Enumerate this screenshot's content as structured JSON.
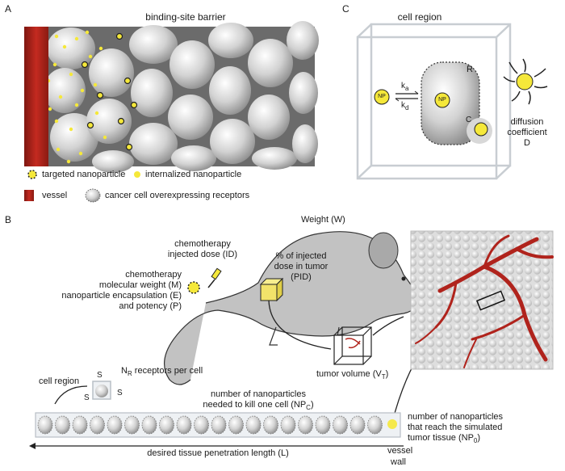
{
  "panels": {
    "a": {
      "letter": "A",
      "title": "binding-site barrier"
    },
    "b": {
      "letter": "B"
    },
    "c": {
      "letter": "C",
      "title": "cell region"
    }
  },
  "legend_a": {
    "targeted_np": "targeted nanoparticle",
    "internalized_np": "internalized nanoparticle",
    "vessel": "vessel",
    "cancer_cell": "cancer cell overexpressing receptors"
  },
  "panel_c": {
    "ka": "k",
    "ka_sub": "a",
    "kd": "k",
    "kd_sub": "d",
    "np": "NP",
    "R": "R",
    "C": "C",
    "diffusion_1": "diffusion",
    "diffusion_2": "coefficient",
    "diffusion_3": "D"
  },
  "panel_b": {
    "weight": "Weight (W)",
    "chemo_id_1": "chemotherapy",
    "chemo_id_2": "injected dose (ID)",
    "pid_1": "% of injected",
    "pid_2": "dose in tumor",
    "pid_3": "(PID)",
    "chemo_m_1": "chemotherapy",
    "chemo_m_2": "molecular weight (M)",
    "chemo_m_3": "nanoparticle encapsulation (E)",
    "chemo_m_4": "and potency (P)",
    "tumor_volume": "tumor volume (V",
    "tumor_volume_sub": "T",
    "tumor_volume_end": ")",
    "cell_region": "cell region",
    "s": "S",
    "nr": "N",
    "nr_sub": "R",
    "nr_text": " receptors per cell",
    "npc_1": "number of nanoparticles",
    "npc_2": "needed to kill one cell (NP",
    "npc_sub": "C",
    "npc_end": ")",
    "np0_1": "number of nanoparticles",
    "np0_2": "that reach the simulated",
    "np0_3": "tumor tissue (NP",
    "np0_sub": "0",
    "np0_end": ")",
    "length": "desired tissue penetration length (L)",
    "vessel_wall_1": "vessel",
    "vessel_wall_2": "wall"
  },
  "colors": {
    "vessel_red": "#b0231c",
    "nanoparticle_yellow": "#f5e83a",
    "cell_gray": "#c9c9c9",
    "mouse_gray": "#c2c2c2",
    "box_line": "#c8cdd2"
  }
}
